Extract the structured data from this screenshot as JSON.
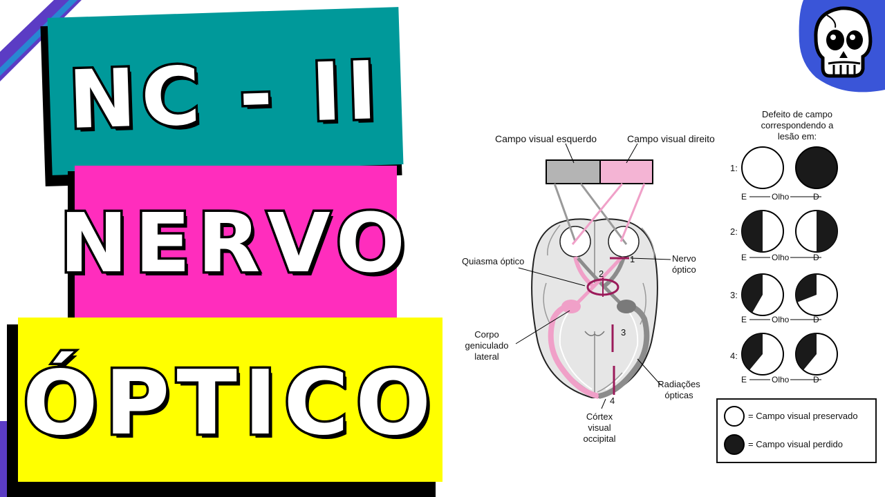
{
  "title": {
    "line1": "NC - II",
    "line2": "NERVO",
    "line3": "ÓPTICO"
  },
  "colors": {
    "teal": "#00999a",
    "magenta": "#ff2dbd",
    "yellow": "#ffff00",
    "pink_tract": "#f0a0c8",
    "gray_tract": "#8c8c8c",
    "lesion": "#9b1b5a",
    "brain_fill": "#e6e6e6"
  },
  "logo": {
    "icon": "skull-icon"
  },
  "diagram": {
    "campo_esquerdo": "Campo visual esquerdo",
    "campo_direito": "Campo visual direito",
    "quiasma": "Quiasma óptico",
    "nervo_optico": [
      "Nervo",
      "óptico"
    ],
    "corpo_geniculado": [
      "Corpo",
      "geniculado",
      "lateral"
    ],
    "radiacoes": [
      "Radiações",
      "ópticas"
    ],
    "cortex": [
      "Córtex",
      "visual",
      "occipital"
    ],
    "lesion_numbers": [
      "1",
      "2",
      "3",
      "4"
    ]
  },
  "defects": {
    "header": [
      "Defeito de campo",
      "correspondendo a",
      "lesão em:"
    ],
    "rows": [
      {
        "label": "1:",
        "left": "none",
        "right": "full"
      },
      {
        "label": "2:",
        "left": "left-half",
        "right": "right-half"
      },
      {
        "label": "3:",
        "left": "left-large",
        "right": "right-upper"
      },
      {
        "label": "4:",
        "left": "left-large",
        "right": "right-large"
      }
    ],
    "eye_labels": {
      "e": "E",
      "olho": "Olho",
      "d": "D"
    }
  },
  "legend": {
    "preservado": "= Campo visual preservado",
    "perdido": "= Campo visual perdido"
  }
}
